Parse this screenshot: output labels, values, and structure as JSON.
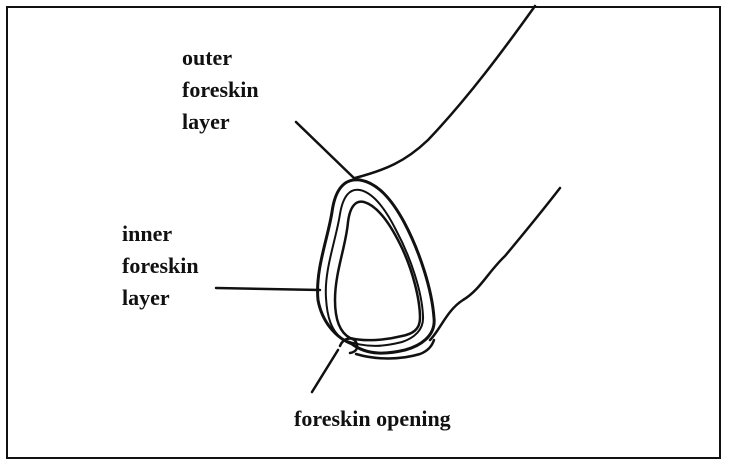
{
  "labels": {
    "outer": [
      "outer",
      "foreskin",
      "layer"
    ],
    "inner": [
      "inner",
      "foreskin",
      "layer"
    ],
    "opening": "foreskin opening"
  },
  "colors": {
    "line": "#111111",
    "background": "#ffffff"
  }
}
